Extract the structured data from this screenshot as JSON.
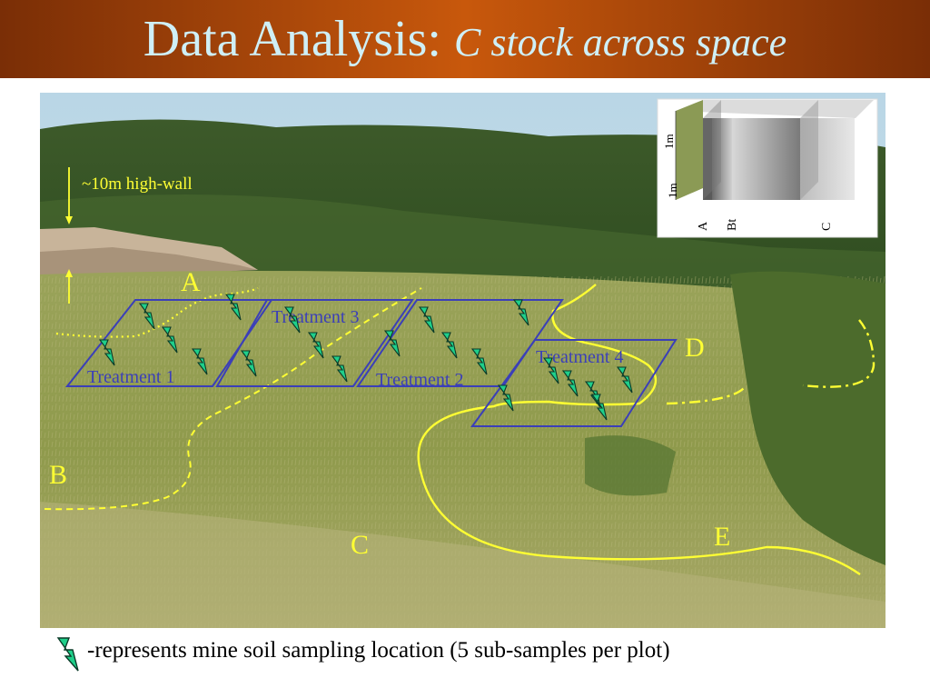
{
  "title": {
    "main": "Data Analysis:",
    "subtitle": "C stock across space"
  },
  "annotations": {
    "highwall": "~10m high-wall",
    "horizons": [
      "A",
      "B",
      "C",
      "D",
      "E"
    ],
    "treatments": [
      "Treatment 1",
      "Treatment 2",
      "Treatment 3",
      "Treatment 4"
    ]
  },
  "inset": {
    "scale_labels": [
      "1m",
      "1m"
    ],
    "layer_labels": [
      "A",
      "Bt",
      "C"
    ]
  },
  "legend": {
    "text": "-represents mine soil sampling location (5 sub-samples per plot)",
    "icon": "sampling-marker-icon"
  },
  "colors": {
    "title_text": "#cfeff6",
    "title_bg": "#c8580c",
    "boundary_line": "#ffff33",
    "plot_outline": "#3b3fb8",
    "marker": "#1fcf8a"
  }
}
